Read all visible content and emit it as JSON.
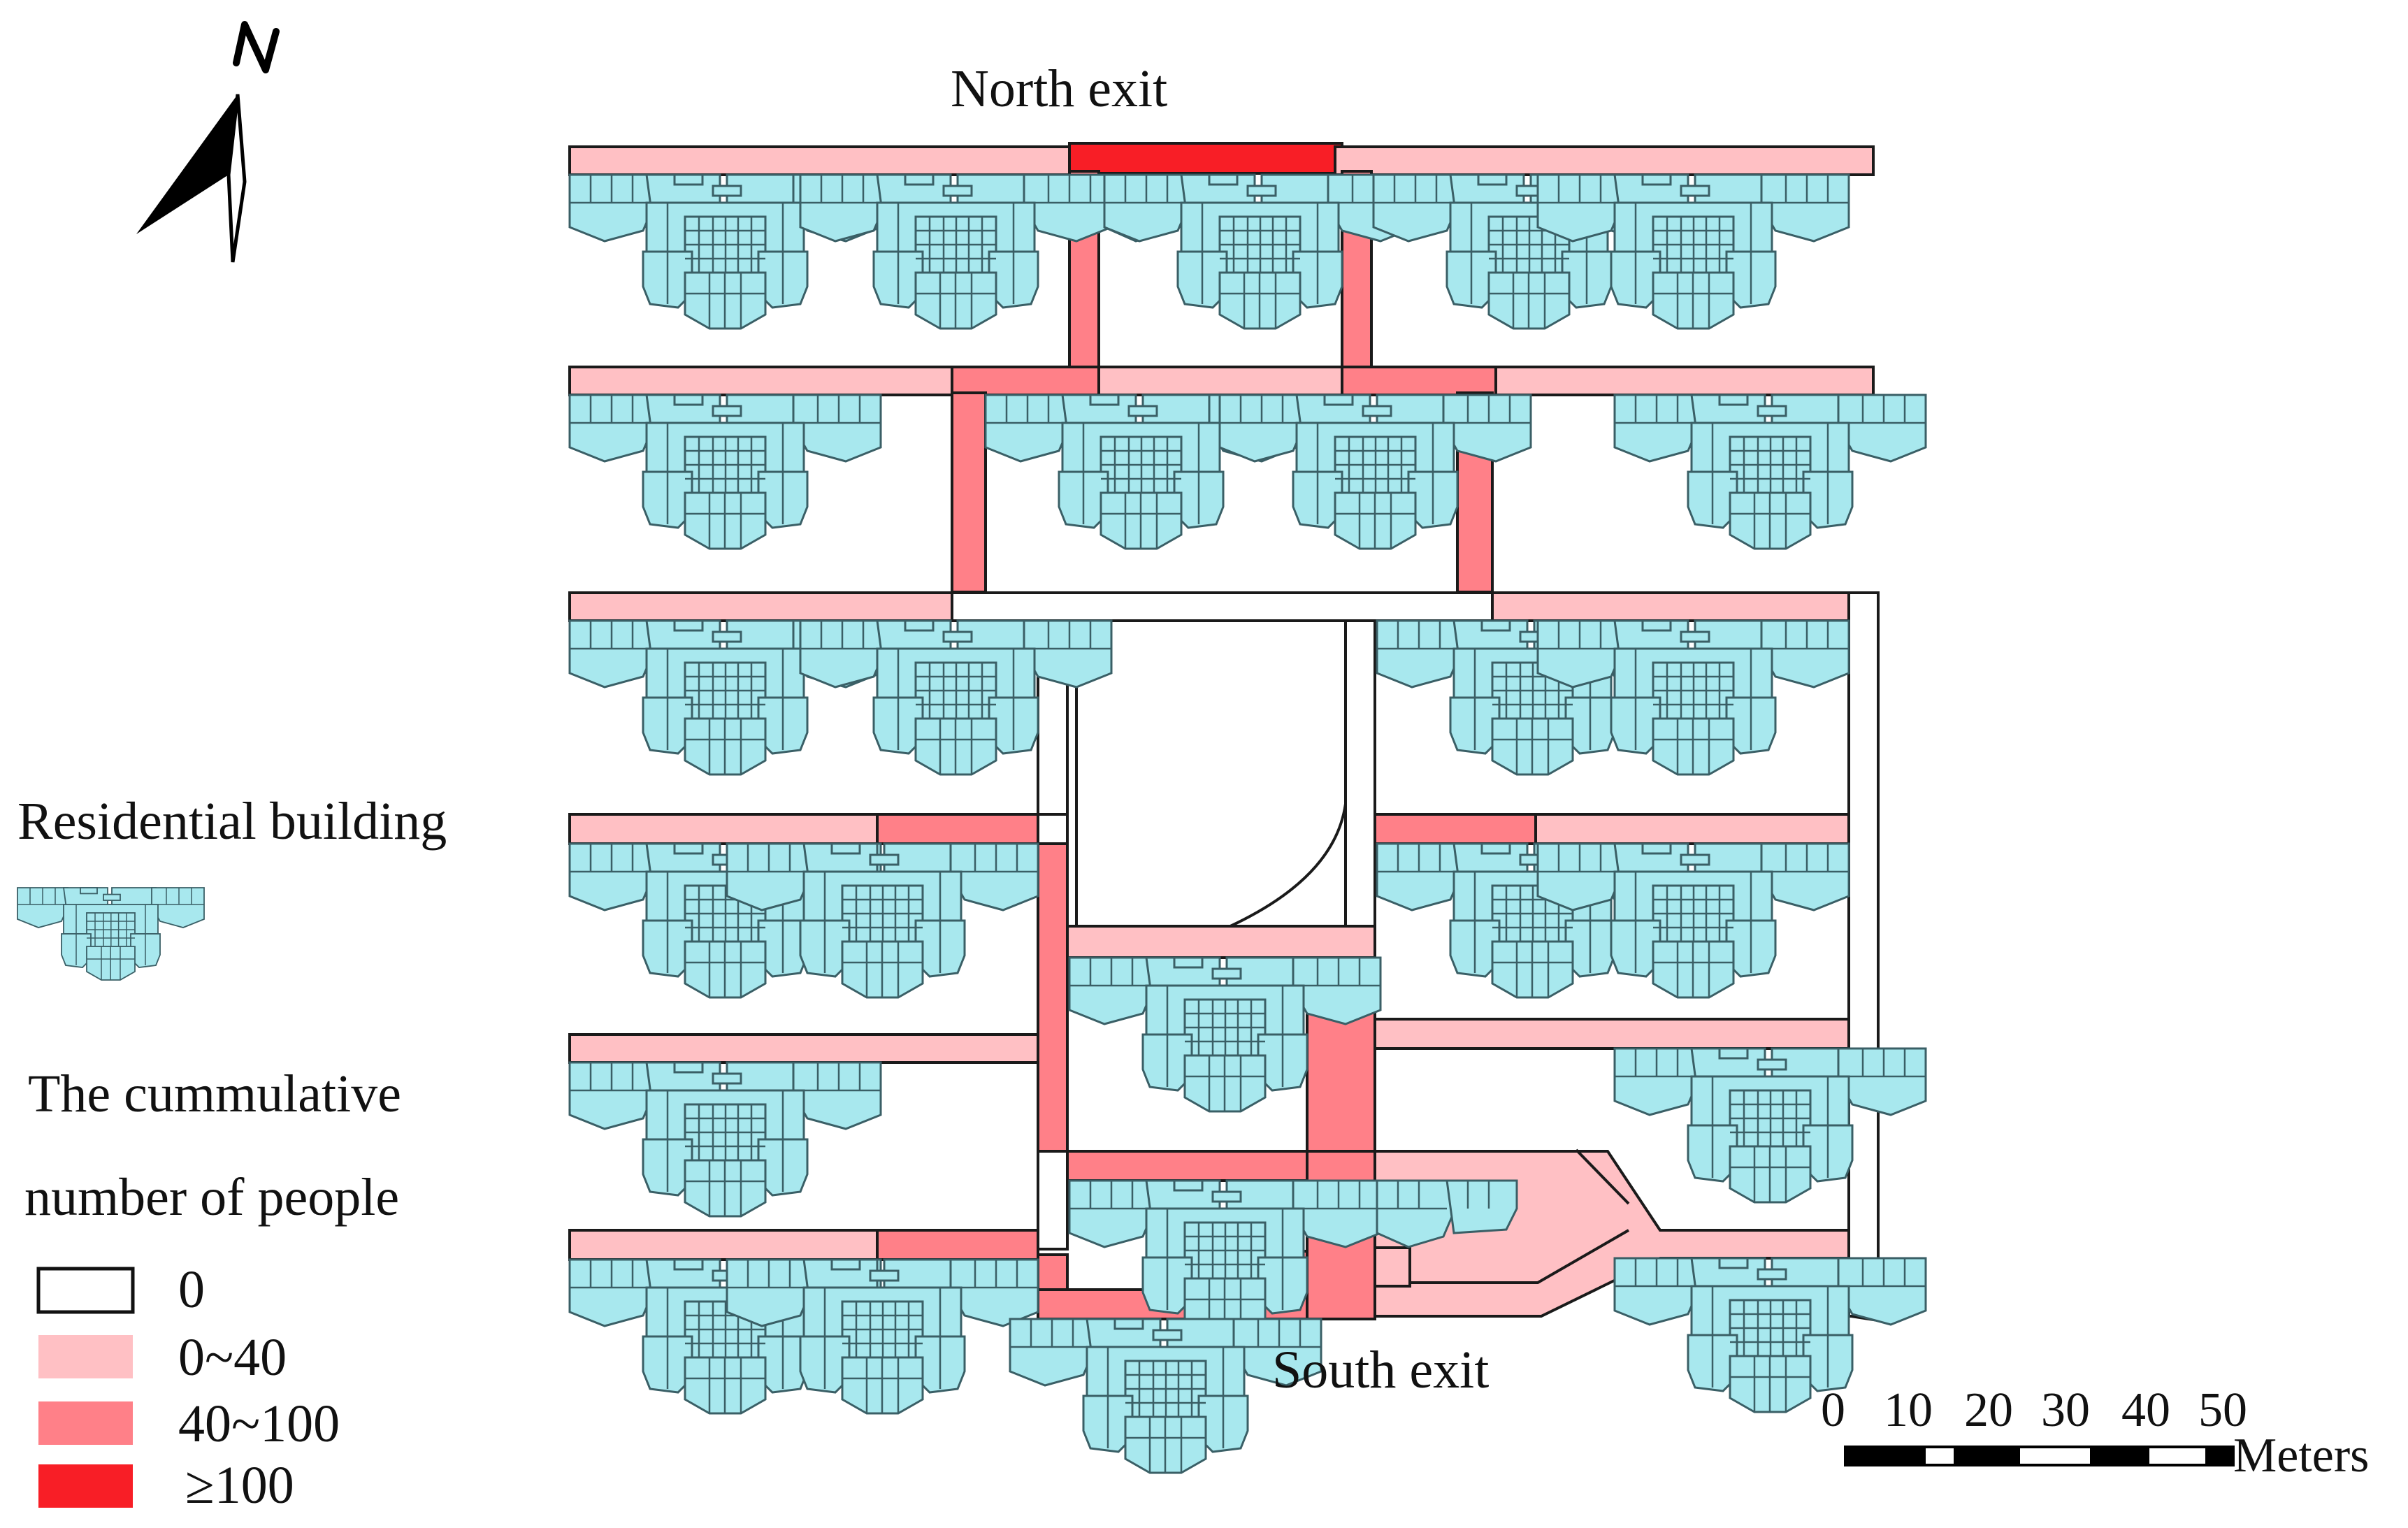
{
  "labels": {
    "north_exit": "North exit",
    "south_exit": "South exit",
    "north_arrow": "N"
  },
  "legend": {
    "building_label": "Residential building",
    "title_line1": "The cummulative",
    "title_line2": "number of people",
    "classes": [
      {
        "label": "0",
        "color": "#ffffff"
      },
      {
        "label": "0~40",
        "color": "#ffc0c4"
      },
      {
        "label": "40~100",
        "color": "#ff8088"
      },
      {
        "label": "≥100",
        "color": "#f81e26"
      }
    ]
  },
  "scale_bar": {
    "ticks": [
      "0",
      "10",
      "20",
      "30",
      "40",
      "50"
    ],
    "unit": "Meters"
  },
  "colors": {
    "building_fill": "#a8e8ee",
    "building_stroke": "#3a5f66",
    "road_stroke": "#1a1a1a"
  }
}
